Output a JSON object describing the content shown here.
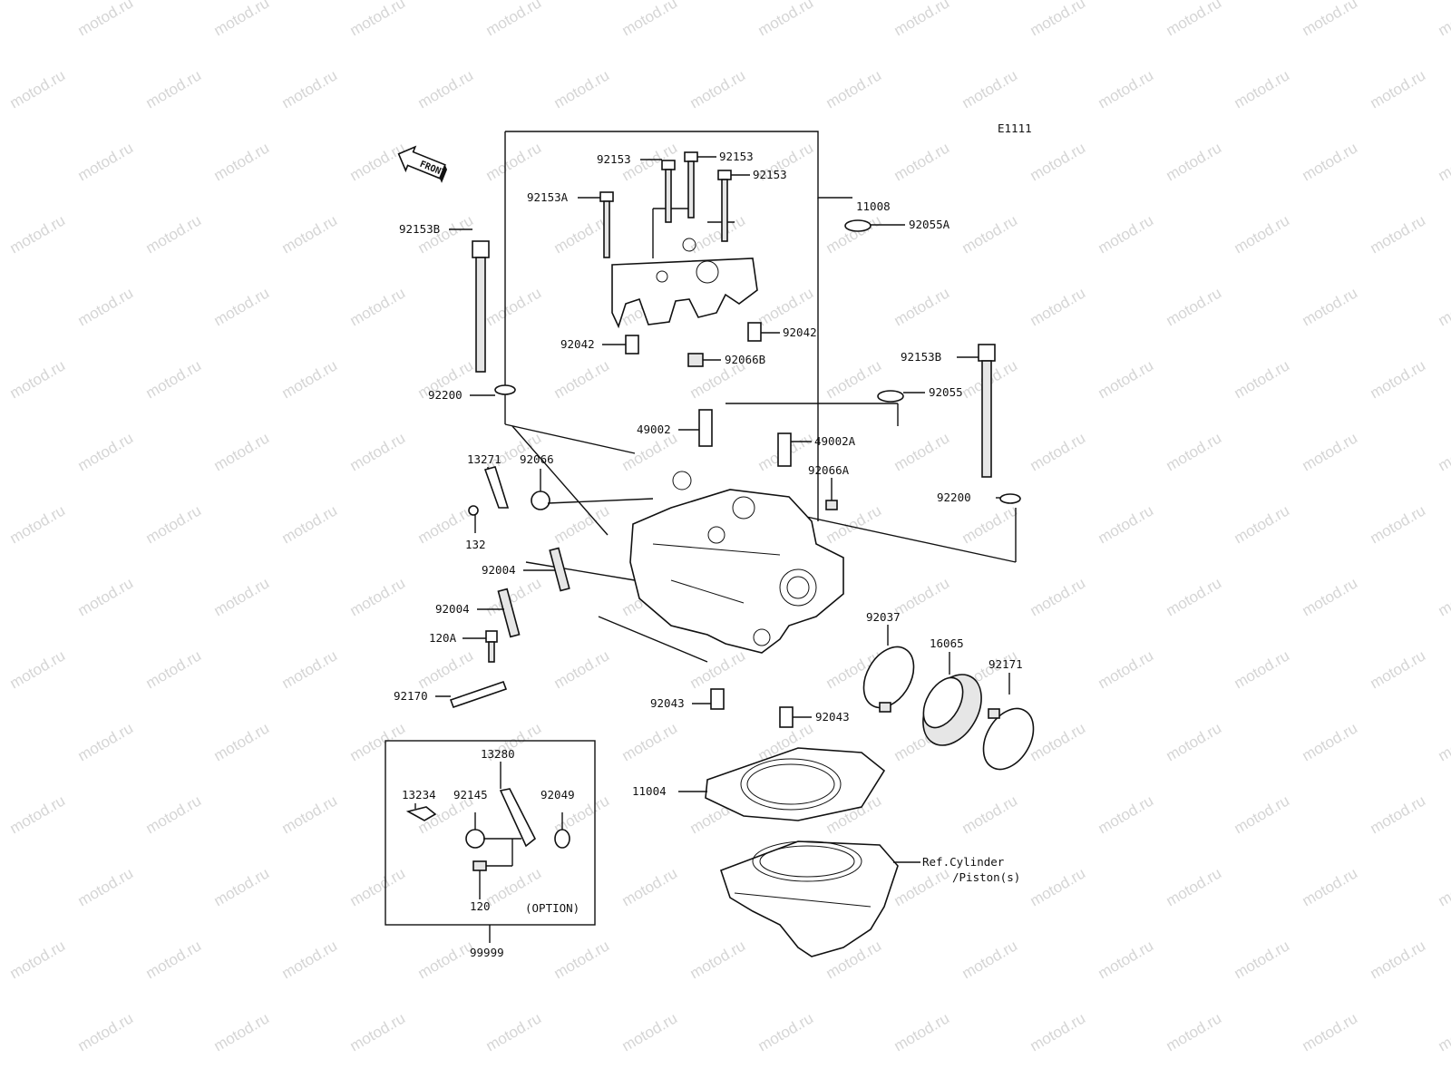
{
  "diagram_code": "E1111",
  "watermark": "motod.ru",
  "front_arrow_label": "FRONT",
  "option_box": {
    "caption": "(OPTION)",
    "kit_part": "99999"
  },
  "callouts": {
    "p92153_a": "92153",
    "p92153_b": "92153",
    "p92153_c": "92153",
    "p92153A": "92153A",
    "p11008": "11008",
    "p92153B_left": "92153B",
    "p92055A": "92055A",
    "p92042_right": "92042",
    "p92042_left": "92042",
    "p92066B": "92066B",
    "p92153B_right": "92153B",
    "p92200_left": "92200",
    "p92055": "92055",
    "p49002": "49002",
    "p49002A": "49002A",
    "p13271": "13271",
    "p92066": "92066",
    "p92066A": "92066A",
    "p92200_right": "92200",
    "p132": "132",
    "p92004_upper": "92004",
    "p92004_lower": "92004",
    "p120A": "120A",
    "p92037": "92037",
    "p16065": "16065",
    "p92171": "92171",
    "p92170": "92170",
    "p92043_left": "92043",
    "p92043_right": "92043",
    "p13280": "13280",
    "p13234": "13234",
    "p92145": "92145",
    "p92049": "92049",
    "p11004": "11004",
    "p120": "120",
    "ref_cylinder_line1": "Ref.Cylinder",
    "ref_cylinder_line2": "/Piston(s)"
  }
}
